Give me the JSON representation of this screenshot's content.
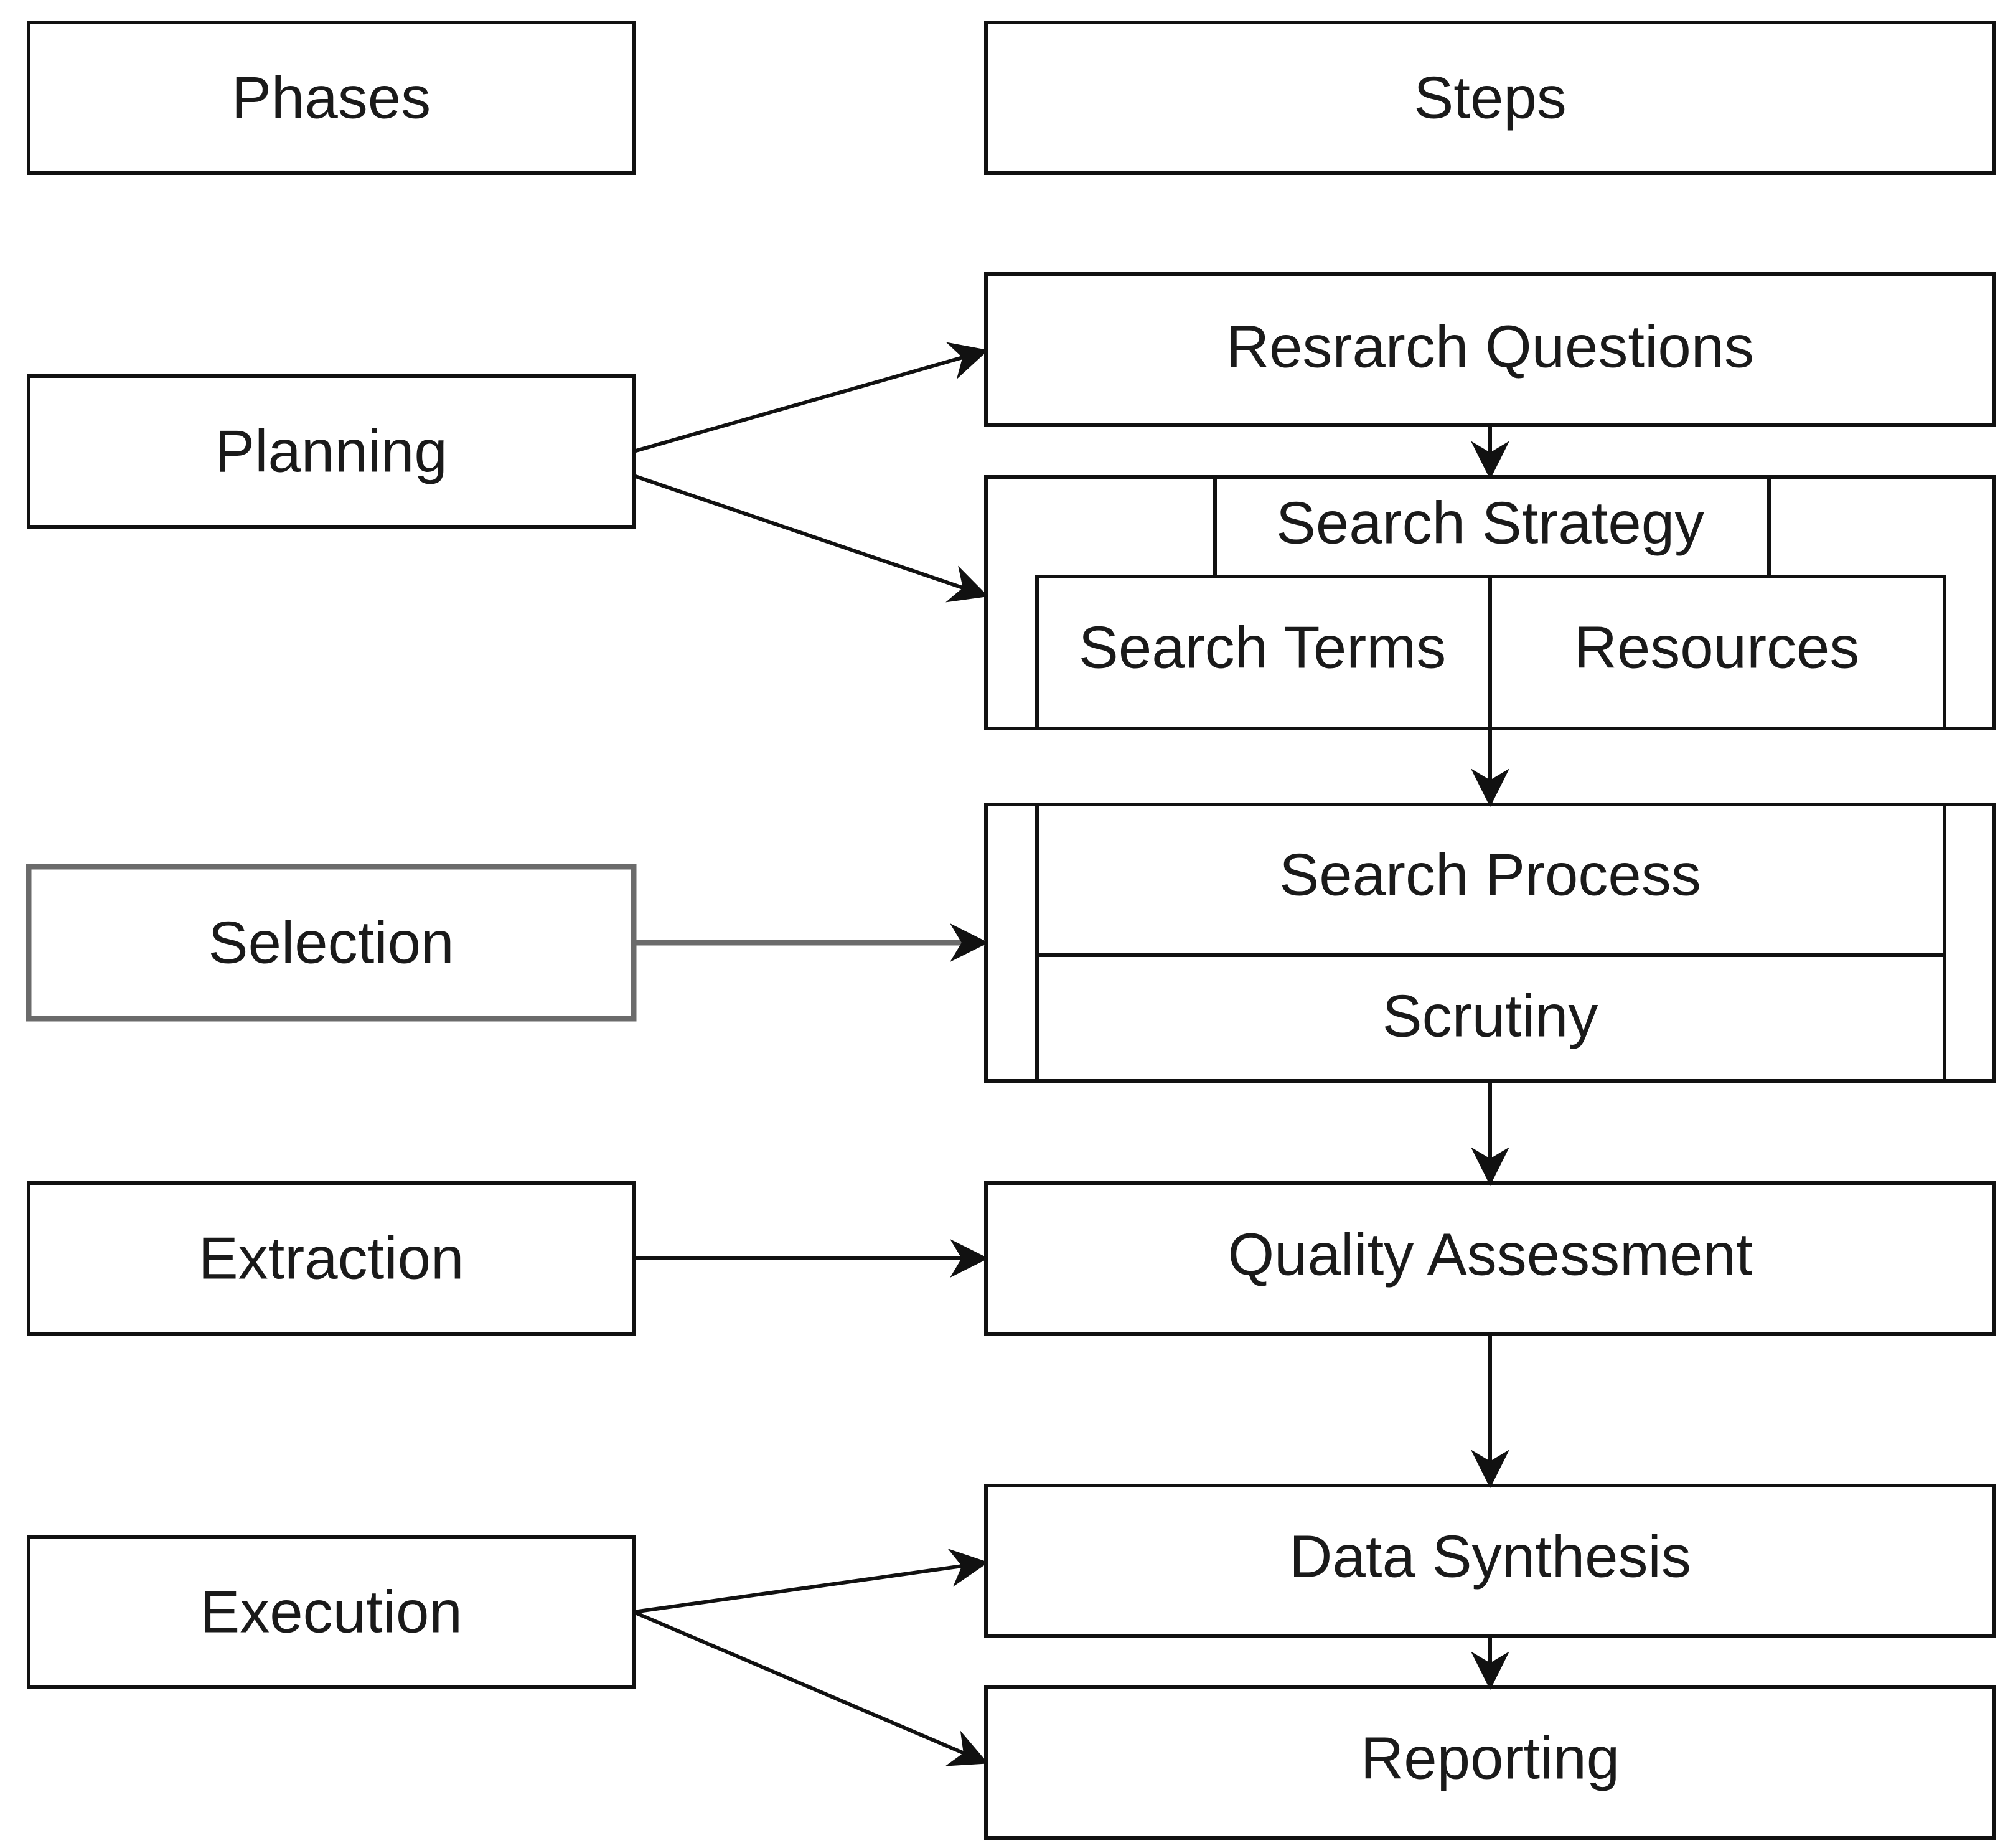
{
  "headers": {
    "phases": "Phases",
    "steps": "Steps"
  },
  "phases": {
    "planning": "Planning",
    "selection": "Selection",
    "extraction": "Extraction",
    "execution": "Execution"
  },
  "steps": {
    "research_questions": "Resrarch Questions",
    "search_strategy": "Search Strategy",
    "search_terms": "Search Terms",
    "resources": "Resources",
    "search_process": "Search Process",
    "scrutiny": "Scrutiny",
    "quality_assessment": "Quality Assessment",
    "data_synthesis": "Data Synthesis",
    "reporting": "Reporting"
  }
}
